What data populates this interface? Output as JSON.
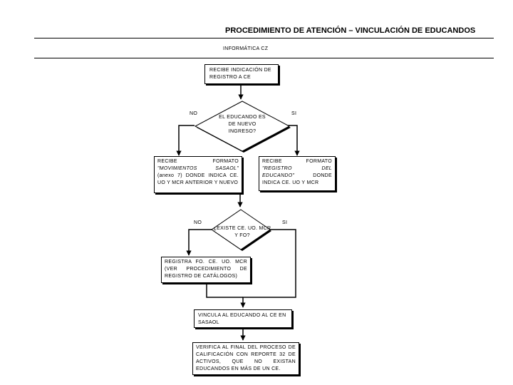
{
  "header": {
    "title": "PROCEDIMIENTO DE ATENCIÓN – VINCULACIÓN DE EDUCANDOS",
    "subtitle": "INFORMÁTICA CZ"
  },
  "nodes": {
    "start": "RECIBE INDICACIÓN DE REGISTRO A CE",
    "decision1": "EL EDUCANDO ES DE NUEVO INGRESO?",
    "decision1_no": "NO",
    "decision1_yes": "SI",
    "left_box_prefix": "RECIBE FORMATO ",
    "left_box_italic": "\"MOVIMIENTOS SASAOL\"",
    "left_box_suffix": " (anexo 7) DONDE INDICA CE. UO Y MCR ANTERIOR Y NUEVO",
    "right_box_prefix": "RECIBE FORMATO ",
    "right_box_italic": "\"REGISTRO DEL EDUCANDO\"",
    "right_box_suffix": " DONDE INDICA CE. UO Y MCR",
    "decision2": "¿EXISTE CE. UO. MCR Y FO?",
    "decision2_no": "NO",
    "decision2_yes": "SI",
    "register_box": "REGISTRA FO. CE. UO. MCR (VER PROCEDIMIENTO DE REGISTRO DE CATÁLOGOS)",
    "link_box": "VINCULA AL EDUCANDO AL CE EN SASAOL",
    "verify_box": "VERIFICA AL FINAL DEL PROCESO DE CALIFICACIÓN CON REPORTE 32 DE ACTIVOS, QUE NO EXISTAN EDUCANDOS EN MÁS DE UN CE."
  }
}
